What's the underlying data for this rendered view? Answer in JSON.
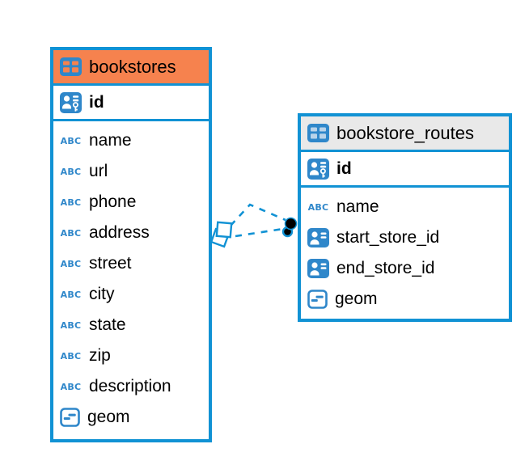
{
  "colors": {
    "blue": "#1192D4",
    "icon_blue": "#2F87CA",
    "orange": "#F6824E",
    "gray_header": "#E9E9E9",
    "text": "#000000",
    "canvas": "#FFFFFF",
    "dot": "#000000"
  },
  "icons": {
    "text_type_glyph": "ABC"
  },
  "tables": [
    {
      "title": "bookstores",
      "primary_key": "id",
      "columns": [
        {
          "name": "name",
          "type": "text"
        },
        {
          "name": "url",
          "type": "text"
        },
        {
          "name": "phone",
          "type": "text"
        },
        {
          "name": "address",
          "type": "text"
        },
        {
          "name": "street",
          "type": "text"
        },
        {
          "name": "city",
          "type": "text"
        },
        {
          "name": "state",
          "type": "text"
        },
        {
          "name": "zip",
          "type": "text"
        },
        {
          "name": "description",
          "type": "text"
        },
        {
          "name": "geom",
          "type": "geometry"
        }
      ]
    },
    {
      "title": "bookstore_routes",
      "primary_key": "id",
      "columns": [
        {
          "name": "name",
          "type": "text"
        },
        {
          "name": "start_store_id",
          "type": "reference"
        },
        {
          "name": "end_store_id",
          "type": "reference"
        },
        {
          "name": "geom",
          "type": "geometry"
        }
      ]
    }
  ],
  "relationship": {
    "style": "dashed",
    "from_table": "bookstore_routes",
    "to_table": "bookstores",
    "line_count": 2
  }
}
